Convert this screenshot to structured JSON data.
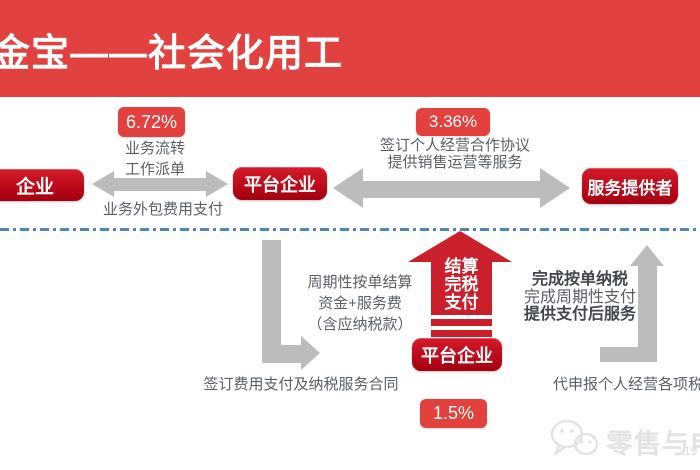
{
  "colors": {
    "header_red": "#e2423f",
    "badge_red": "#e2413e",
    "box_red_top": "#d41b2b",
    "box_red_bottom": "#a10211",
    "arrow_red": "#c9202c",
    "gray_arrow": "#bcbcbc",
    "text_gray": "#5a5f66",
    "dash_blue": "#4e86b8",
    "watermark_gray": "#e3e3e3"
  },
  "header": {
    "title": "金宝——社会化用工"
  },
  "top_flow": {
    "enterprise_box": "企业",
    "platform_box": "平台企业",
    "provider_box": "服务提供者",
    "left_link": {
      "rate": "6.72%",
      "above_line1": "业务流转",
      "above_line2": "工作派单",
      "below": "业务外包费用支付"
    },
    "right_link": {
      "rate": "3.36%",
      "above_line1": "签订个人经营合作协议",
      "above_line2": "提供销售运营等服务"
    }
  },
  "bottom_flow": {
    "left_note_line1": "周期性按单结算",
    "left_note_line2": "资金+服务费",
    "left_note_line3": "（含应纳税款）",
    "left_contract": "签订费用支付及纳税服务合同",
    "center_arrow_line1": "结算",
    "center_arrow_line2": "完税",
    "center_arrow_line3": "支付",
    "platform_box": "平台企业",
    "rate": "1.5%",
    "right_note_line1": "完成按单纳税",
    "right_note_line2": "完成周期性支付",
    "right_note_line3": "提供支付后服务",
    "right_contract": "代申报个人经营各项税费"
  },
  "watermark": {
    "icon": "wechat-icon",
    "brand": "零售与电商",
    "page": "19"
  }
}
